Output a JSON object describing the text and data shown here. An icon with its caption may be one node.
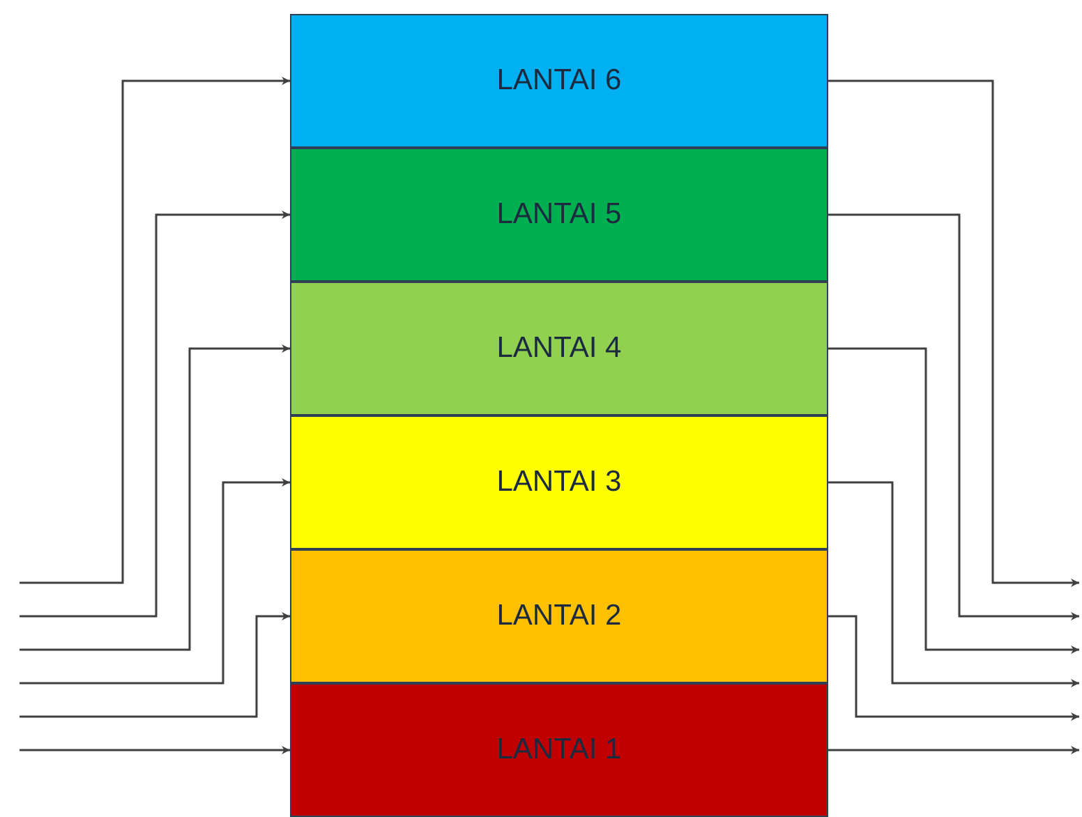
{
  "diagram": {
    "nodes": [
      {
        "text": [
          "LANTAI 6"
        ]
      },
      {
        "text": [
          "LANTAI 5"
        ]
      },
      {
        "text": [
          "LANTAI 4"
        ]
      },
      {
        "text": [
          "LANTAI 3"
        ]
      },
      {
        "text": [
          "LANTAI 2"
        ]
      },
      {
        "text": [
          "LANTAI 1"
        ]
      }
    ],
    "edges": [
      {
        "from": null,
        "to": 0,
        "arrow": "to"
      },
      {
        "from": null,
        "to": 1,
        "arrow": "to"
      },
      {
        "from": null,
        "to": 2,
        "arrow": "to"
      },
      {
        "from": null,
        "to": 3,
        "arrow": "to"
      },
      {
        "from": null,
        "to": 4,
        "arrow": "to"
      },
      {
        "from": null,
        "to": 5,
        "arrow": "to"
      },
      {
        "from": 0,
        "to": null,
        "arrow": "to"
      },
      {
        "from": 1,
        "to": null,
        "arrow": "to"
      },
      {
        "from": 2,
        "to": null,
        "arrow": "to"
      },
      {
        "from": 3,
        "to": null,
        "arrow": "to"
      },
      {
        "from": 4,
        "to": null,
        "arrow": "to"
      },
      {
        "from": 5,
        "to": null,
        "arrow": "to"
      }
    ]
  }
}
